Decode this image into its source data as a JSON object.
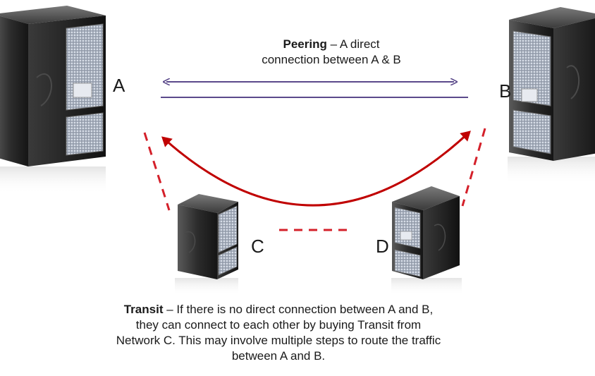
{
  "nodes": {
    "a": {
      "label": "A"
    },
    "b": {
      "label": "B"
    },
    "c": {
      "label": "C"
    },
    "d": {
      "label": "D"
    }
  },
  "peering": {
    "title": "Peering",
    "separator": " – ",
    "description_line1": "A direct",
    "description_line2": "connection between A & B"
  },
  "transit": {
    "title": "Transit",
    "separator": " – ",
    "line1": "If there is no direct connection between A and B,",
    "line2": "they can connect to each other by buying Transit from",
    "line3": "Network C. This may involve multiple steps to route the traffic",
    "line4": "between A and B."
  },
  "colors": {
    "peering_arrow": "#5b4a8b",
    "transit_arrow": "#c00000",
    "dashed_link": "#d4202a",
    "server_body": "#2a2a2a",
    "server_grille": "#b9c2d2"
  }
}
